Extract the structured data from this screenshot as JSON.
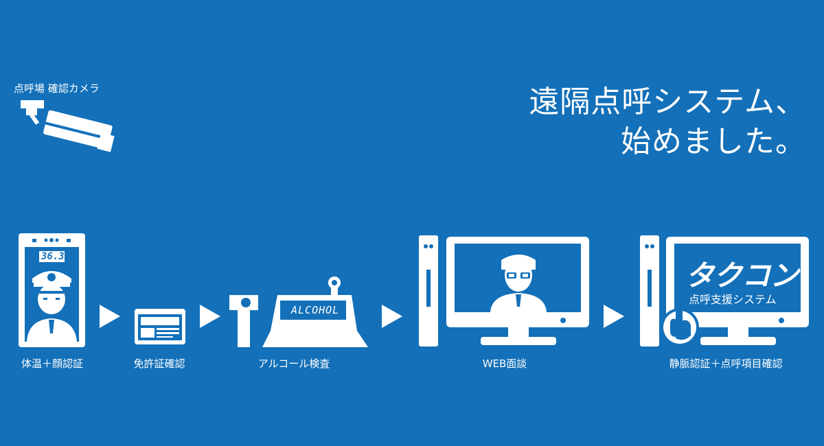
{
  "camera": {
    "label": "点呼場 確認カメラ",
    "icon": "security-camera-icon"
  },
  "headline": {
    "line1": "遠隔点呼システム、",
    "line2": "始めました。"
  },
  "steps": [
    {
      "label": "体温＋顔認証",
      "reading": "36.3",
      "icon": "face-thermometer-icon"
    },
    {
      "label": "免許証確認",
      "icon": "license-reader-icon"
    },
    {
      "label": "アルコール検査",
      "device_text": "ALCOHOL",
      "icon": "alcohol-tester-icon"
    },
    {
      "label": "WEB面談",
      "icon": "video-call-monitor-icon"
    },
    {
      "label": "静脈認証＋点呼項目確認",
      "brand": "タクコン",
      "brand_sub": "点呼支援システム",
      "icon": "vein-auth-monitor-icon"
    }
  ],
  "colors": {
    "background": "#1370b9",
    "foreground": "#ffffff"
  }
}
